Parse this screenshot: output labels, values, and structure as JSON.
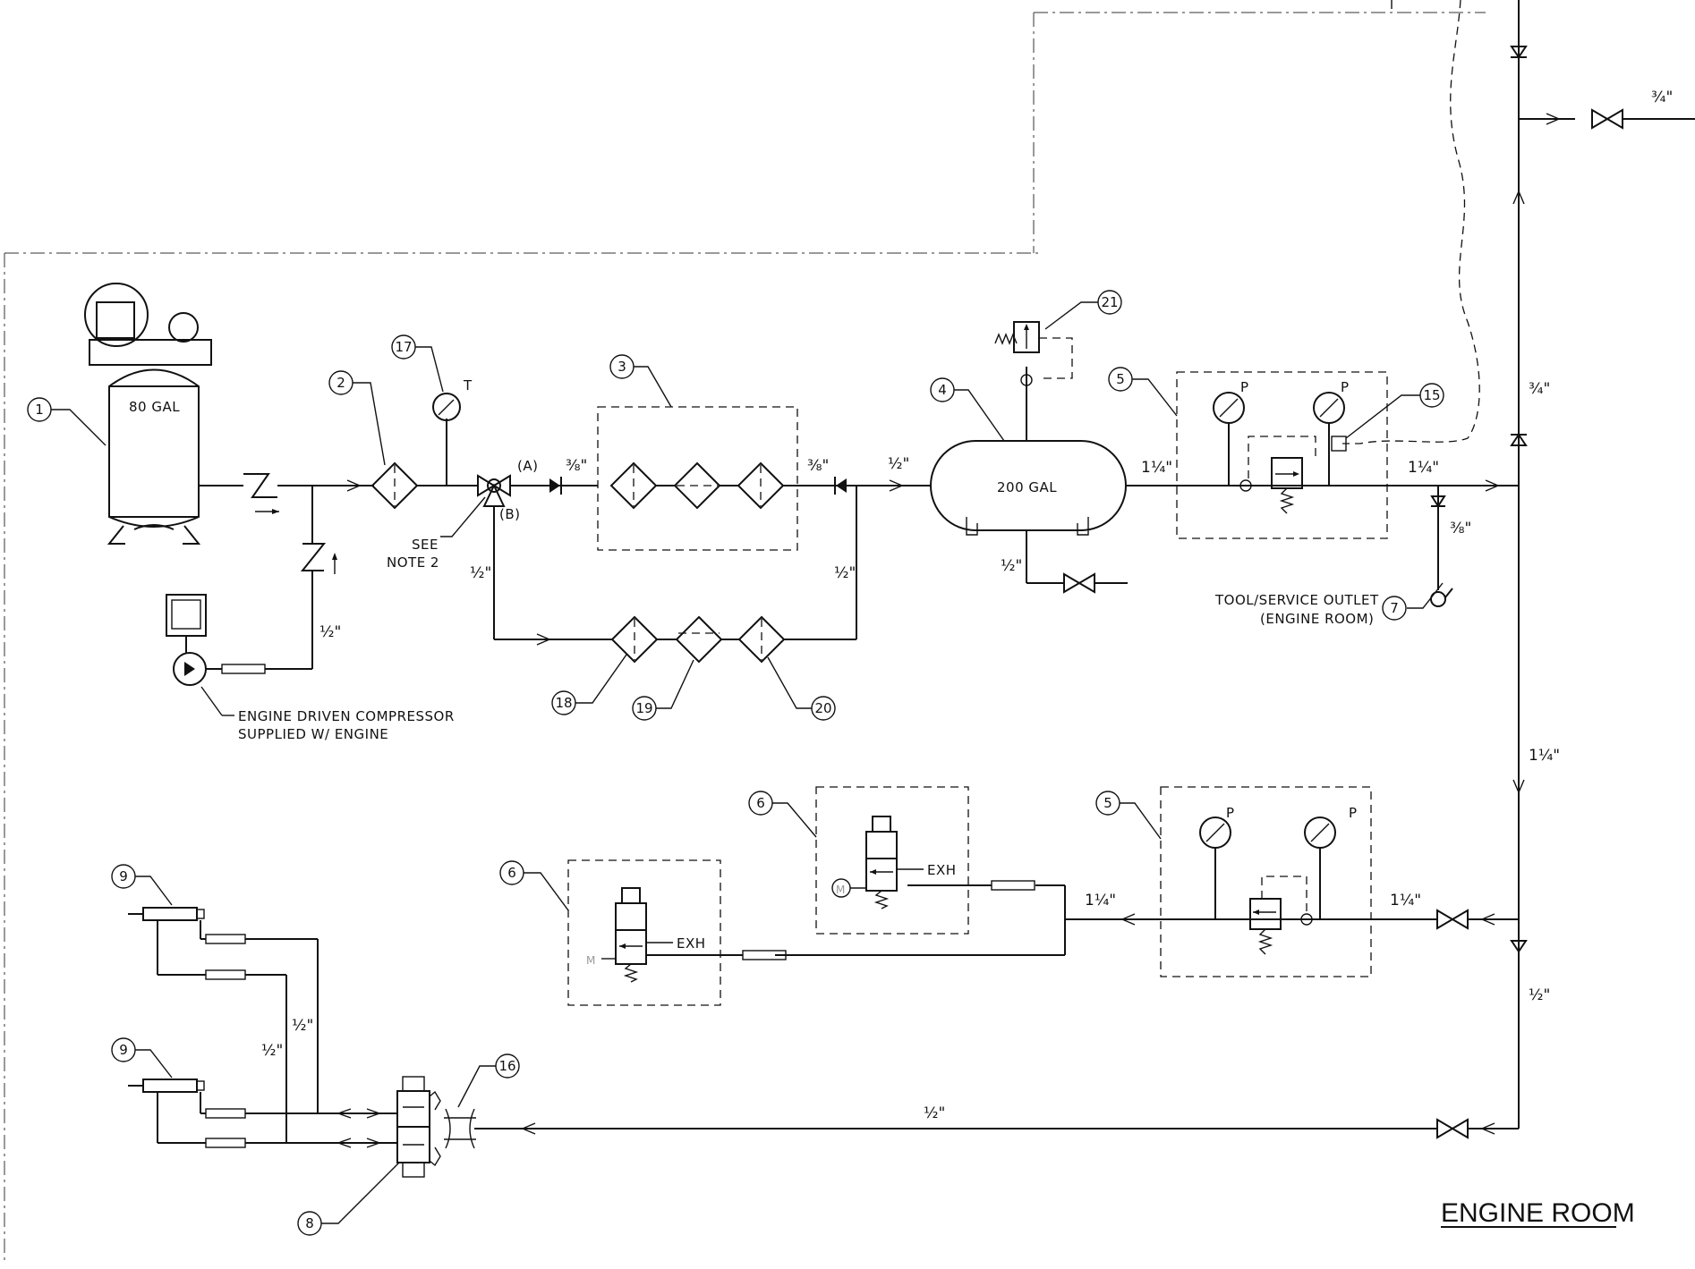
{
  "drawing": {
    "title": "ENGINE ROOM",
    "tank_small": "80 GAL",
    "tank_large": "200 GAL",
    "see_note": [
      "SEE",
      "NOTE 2"
    ],
    "port_a": "(A)",
    "port_b": "(B)",
    "tool_outlet": [
      "TOOL/SERVICE OUTLET",
      "(ENGINE ROOM)"
    ],
    "compressor_note": [
      "ENGINE DRIVEN COMPRESSOR",
      "SUPPLIED W/ ENGINE"
    ],
    "gauge_t": "T",
    "gauge_p": "P",
    "exh": "EXH",
    "motor": "M",
    "sizes": {
      "half": "½\"",
      "three_eighths": "⅜\"",
      "one_quarter_in": "1¼\"",
      "three_quarter": "¾\""
    },
    "callouts": [
      "1",
      "2",
      "3",
      "4",
      "5",
      "6",
      "7",
      "8",
      "9",
      "15",
      "16",
      "17",
      "18",
      "19",
      "20",
      "21"
    ]
  }
}
